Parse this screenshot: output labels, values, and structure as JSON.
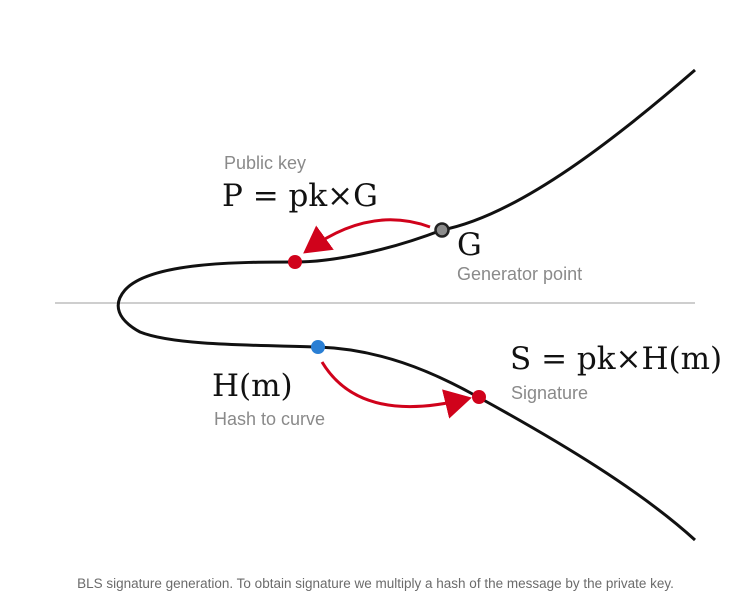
{
  "labels": {
    "public_key_caption": "Public key",
    "public_key_formula": "P = pk×G",
    "generator_symbol": "G",
    "generator_caption": "Generator point",
    "hash_formula": "H(m)",
    "hash_caption": "Hash to curve",
    "signature_formula": "S = pk×H(m)",
    "signature_caption": "Signature"
  },
  "caption": "BLS signature generation. To obtain signature we multiply a hash of the message by the private key.",
  "colors": {
    "curve": "#111111",
    "axis": "#bdbdbd",
    "arrow": "#d0021b",
    "point_red": "#d0021b",
    "point_gray": "#8c8c8c",
    "point_blue": "#2a7fd4",
    "caption_text": "#8a8a8a"
  }
}
